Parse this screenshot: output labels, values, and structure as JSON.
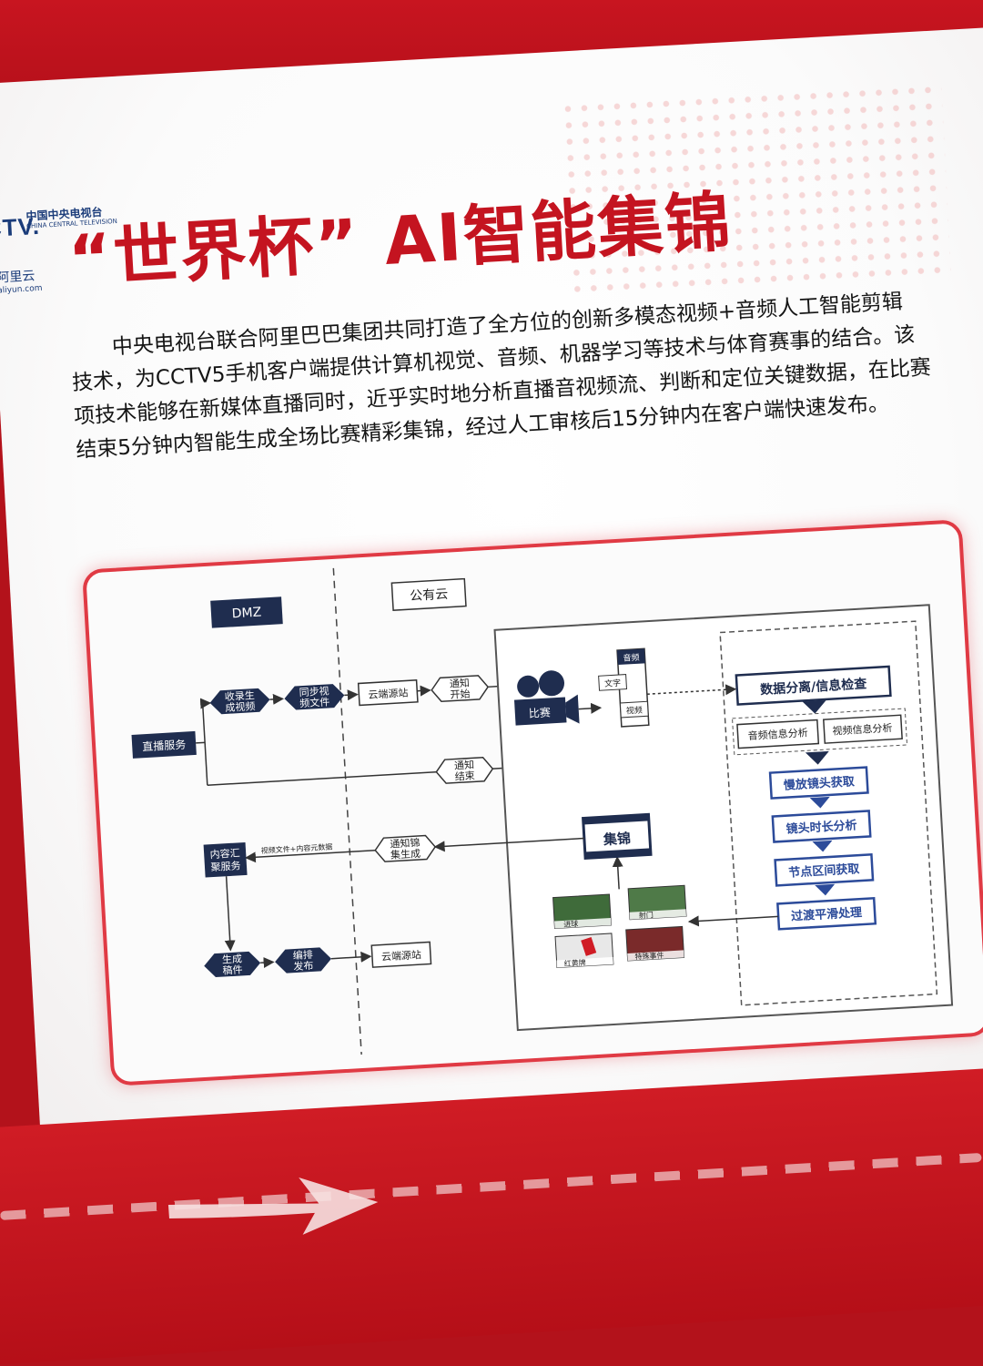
{
  "logos": {
    "cctv_mark": "CCTV.",
    "cctv_cn": "中国中央电视台",
    "cctv_en": "CHINA CENTRAL TELEVISION",
    "aliyun_cn": "阿里云",
    "aliyun_en": "aliyun.com"
  },
  "title": "“世界杯” AI智能集锦",
  "paragraph_lines": [
    "中央电视台联合阿里巴巴集团共同打造了全方位的创新多模态视频+音频人工智能剪辑",
    "技术，为CCTV5手机客户端提供计算机视觉、音频、机器学习等技术与体育赛事的结合。该",
    "项技术能够在新媒体直播同时，近乎实时地分析直播音视频流、判断和定位关键数据，在比赛",
    "结束5分钟内智能生成全场比赛精彩集锦，经过人工审核后15分钟内在客户端快速发布。"
  ],
  "diagram": {
    "zone_dmz": "DMZ",
    "zone_cloud": "公有云",
    "live_service": "直播服务",
    "record_generate": [
      "收录生",
      "成视频"
    ],
    "sync_video": [
      "同步视",
      "频文件"
    ],
    "cloud_origin_top": "云端源站",
    "notify_start": [
      "通知",
      "开始"
    ],
    "notify_end": [
      "通知",
      "结束"
    ],
    "match": "比赛",
    "audio": "音频",
    "text": "文字",
    "video": "视频",
    "data_split": "数据分离/信息检查",
    "audio_analysis": "音频信息分析",
    "video_analysis": "视频信息分析",
    "slow_motion": "慢放镜头获取",
    "shot_duration": "镜头时长分析",
    "node_interval": "节点区间获取",
    "smooth_transition": "过渡平滑处理",
    "highlights": "集锦",
    "notify_highlights": [
      "通知锦",
      "集生成"
    ],
    "flow_label": "视频文件+内容元数据",
    "content_service": [
      "内容汇",
      "聚服务"
    ],
    "generate_manuscript": [
      "生成",
      "稿件"
    ],
    "edit_publish": [
      "编排",
      "发布"
    ],
    "cloud_origin_bottom": "云端源站",
    "event_goal": "进球",
    "event_shot": "射门",
    "event_redcard": "红黄牌",
    "event_special": "特殊事件"
  },
  "colors": {
    "brand_red": "#c41420",
    "navy": "#1f2d4f",
    "box_blue": "#2c4b9a"
  }
}
